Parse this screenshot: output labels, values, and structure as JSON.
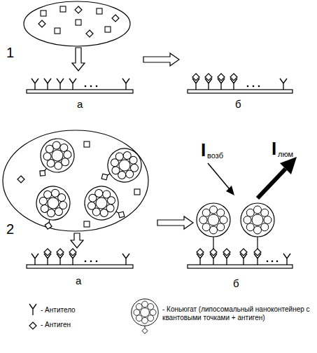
{
  "diagram": {
    "labels": [
      "1",
      "а",
      "б",
      "2",
      "а",
      "б",
      "I",
      "возб",
      "I",
      "люм"
    ],
    "legend": [
      {
        "text": "- Антитело"
      },
      {
        "text": "- Антиген"
      },
      {
        "text": "- Коньюгат (липосомальный наноконтейнер с квантовыми точками + антиген)"
      }
    ]
  }
}
